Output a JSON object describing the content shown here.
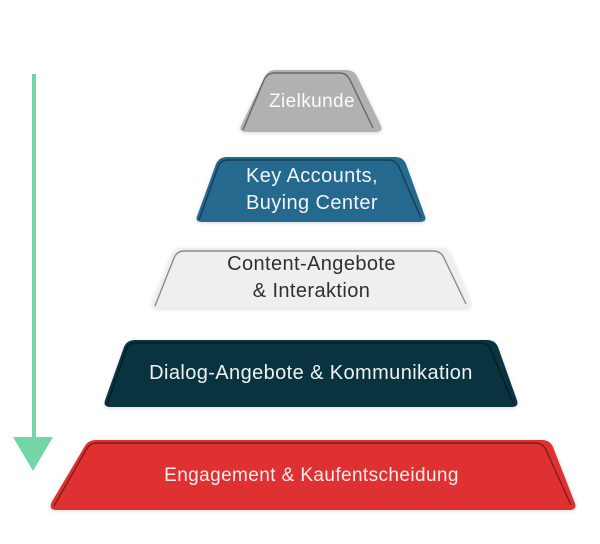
{
  "colors": {
    "background": "#ffffff",
    "arrow": "#74d6a7",
    "outline": "rgba(0,0,0,0.42)"
  },
  "pyramid": {
    "levels": [
      {
        "id": "zielkunde",
        "fill": "#b1b1b3",
        "text_color": "#fbfbfb",
        "lines": [
          "Zielkunde"
        ]
      },
      {
        "id": "key-accounts-buying-center",
        "fill": "#26698f",
        "text_color": "#f2f5f7",
        "lines": [
          "Key Accounts,",
          "Buying Center"
        ]
      },
      {
        "id": "content-angebote-interaktion",
        "fill": "#edeff1",
        "text_color": "#303030",
        "lines": [
          "Content-Angebote",
          "& Interaktion"
        ]
      },
      {
        "id": "dialog-angebote-kommunikation",
        "fill": "#0a3340",
        "text_color": "#eef2f3",
        "lines": [
          "Dialog-Angebote & Kommunikation"
        ]
      },
      {
        "id": "engagement-kaufentscheidung",
        "fill": "#df3131",
        "text_color": "#f9eded",
        "lines": [
          "Engagement & Kaufentscheidung"
        ]
      }
    ]
  }
}
